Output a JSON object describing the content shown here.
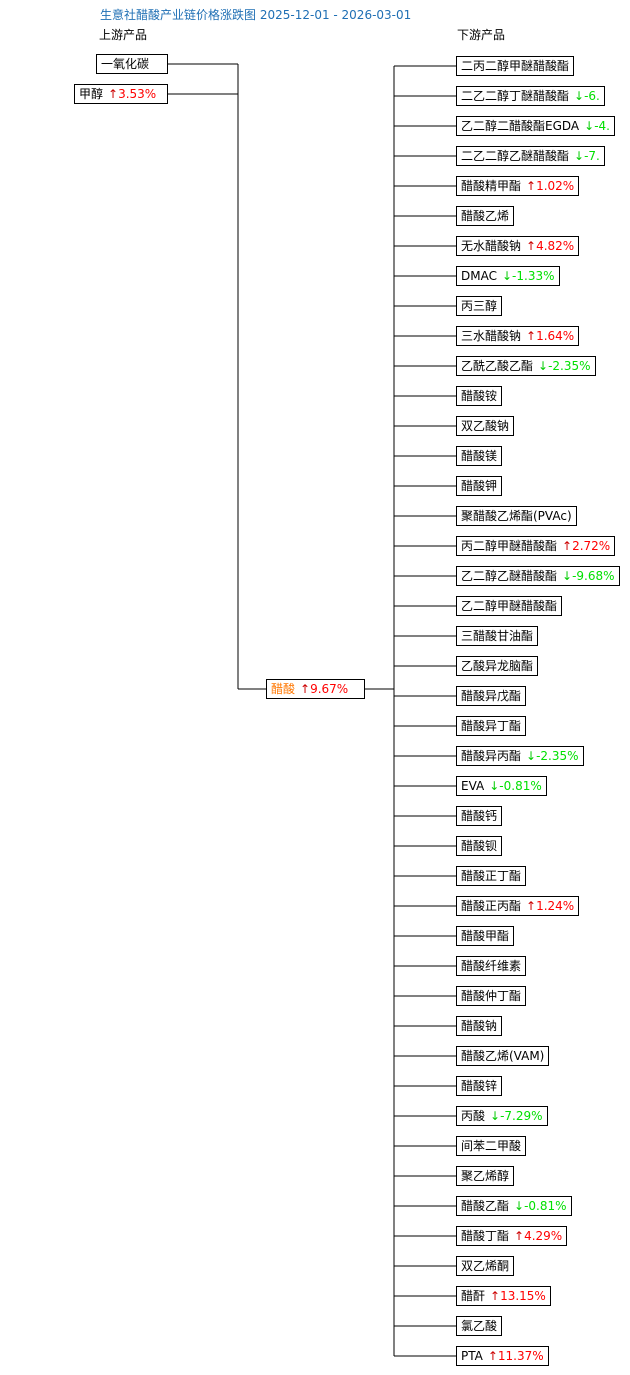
{
  "header": {
    "title": "生意社醋酸产业链价格涨跌图",
    "date_range": "2025-12-01 - 2026-03-01",
    "upstream_label": "上游产品",
    "downstream_label": "下游产品",
    "title_color": "#1f6fb4"
  },
  "colors": {
    "up": "#ff0000",
    "down": "#00e000",
    "center_name": "#ff7700",
    "box_border": "#000000",
    "wire": "#000000"
  },
  "center": {
    "name": "醋酸",
    "change": "↑ 9.67%",
    "direction": "up"
  },
  "upstream": [
    {
      "name": "一氧化碳",
      "change": "",
      "direction": "none"
    },
    {
      "name": "甲醇",
      "change": "↑ 3.53%",
      "direction": "up"
    }
  ],
  "downstream": [
    {
      "name": "二丙二醇甲醚醋酸酯",
      "change": "",
      "direction": "none"
    },
    {
      "name": "二乙二醇丁醚醋酸酯",
      "change": "↓ -6.",
      "direction": "down"
    },
    {
      "name": "乙二醇二醋酸酯EGDA",
      "change": "↓ -4.",
      "direction": "down"
    },
    {
      "name": "二乙二醇乙醚醋酸酯",
      "change": "↓ -7.",
      "direction": "down"
    },
    {
      "name": "醋酸精甲酯",
      "change": "↑ 1.02%",
      "direction": "up"
    },
    {
      "name": "醋酸乙烯",
      "change": "",
      "direction": "none"
    },
    {
      "name": "无水醋酸钠",
      "change": "↑ 4.82%",
      "direction": "up"
    },
    {
      "name": "DMAC",
      "change": "↓ -1.33%",
      "direction": "down"
    },
    {
      "name": "丙三醇",
      "change": "",
      "direction": "none"
    },
    {
      "name": "三水醋酸钠",
      "change": "↑ 1.64%",
      "direction": "up"
    },
    {
      "name": "乙酰乙酸乙酯",
      "change": "↓ -2.35%",
      "direction": "down"
    },
    {
      "name": "醋酸铵",
      "change": "",
      "direction": "none"
    },
    {
      "name": "双乙酸钠",
      "change": "",
      "direction": "none"
    },
    {
      "name": "醋酸镁",
      "change": "",
      "direction": "none"
    },
    {
      "name": "醋酸钾",
      "change": "",
      "direction": "none"
    },
    {
      "name": "聚醋酸乙烯酯(PVAc)",
      "change": "",
      "direction": "none"
    },
    {
      "name": "丙二醇甲醚醋酸酯",
      "change": "↑ 2.72%",
      "direction": "up"
    },
    {
      "name": "乙二醇乙醚醋酸酯",
      "change": "↓ -9.68%",
      "direction": "down"
    },
    {
      "name": "乙二醇甲醚醋酸酯",
      "change": "",
      "direction": "none"
    },
    {
      "name": "三醋酸甘油酯",
      "change": "",
      "direction": "none"
    },
    {
      "name": "乙酸异龙脑酯",
      "change": "",
      "direction": "none"
    },
    {
      "name": "醋酸异戊酯",
      "change": "",
      "direction": "none"
    },
    {
      "name": "醋酸异丁酯",
      "change": "",
      "direction": "none"
    },
    {
      "name": "醋酸异丙酯",
      "change": "↓ -2.35%",
      "direction": "down"
    },
    {
      "name": "EVA",
      "change": "↓ -0.81%",
      "direction": "down"
    },
    {
      "name": "醋酸钙",
      "change": "",
      "direction": "none"
    },
    {
      "name": "醋酸钡",
      "change": "",
      "direction": "none"
    },
    {
      "name": "醋酸正丁酯",
      "change": "",
      "direction": "none"
    },
    {
      "name": "醋酸正丙酯",
      "change": "↑ 1.24%",
      "direction": "up"
    },
    {
      "name": "醋酸甲酯",
      "change": "",
      "direction": "none"
    },
    {
      "name": "醋酸纤维素",
      "change": "",
      "direction": "none"
    },
    {
      "name": "醋酸仲丁酯",
      "change": "",
      "direction": "none"
    },
    {
      "name": "醋酸钠",
      "change": "",
      "direction": "none"
    },
    {
      "name": "醋酸乙烯(VAM)",
      "change": "",
      "direction": "none"
    },
    {
      "name": "醋酸锌",
      "change": "",
      "direction": "none"
    },
    {
      "name": "丙酸",
      "change": "↓ -7.29%",
      "direction": "down"
    },
    {
      "name": "间苯二甲酸",
      "change": "",
      "direction": "none"
    },
    {
      "name": "聚乙烯醇",
      "change": "",
      "direction": "none"
    },
    {
      "name": "醋酸乙酯",
      "change": "↓ -0.81%",
      "direction": "down"
    },
    {
      "name": "醋酸丁酯",
      "change": "↑ 4.29%",
      "direction": "up"
    },
    {
      "name": "双乙烯酮",
      "change": "",
      "direction": "none"
    },
    {
      "name": "醋酐",
      "change": "↑ 13.15%",
      "direction": "up"
    },
    {
      "name": "氯乙酸",
      "change": "",
      "direction": "none"
    },
    {
      "name": "PTA",
      "change": "↑ 11.37%",
      "direction": "up"
    }
  ]
}
